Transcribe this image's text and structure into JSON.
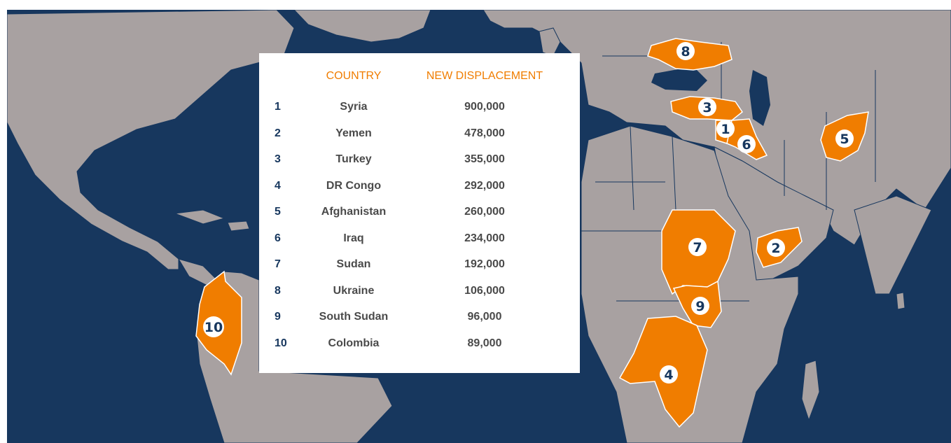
{
  "colors": {
    "ocean": "#17375e",
    "land": "#a8a1a1",
    "highlight": "#f07d00",
    "marker_fill": "#ffffff",
    "marker_text": "#17375e",
    "header_text": "#f07d00",
    "body_text": "#4a4a4a"
  },
  "table": {
    "header_country": "COUNTRY",
    "header_displacement": "NEW DISPLACEMENT",
    "rows": [
      {
        "rank": "1",
        "country": "Syria",
        "value": "900,000"
      },
      {
        "rank": "2",
        "country": "Yemen",
        "value": "478,000"
      },
      {
        "rank": "3",
        "country": "Turkey",
        "value": "355,000"
      },
      {
        "rank": "4",
        "country": "DR Congo",
        "value": "292,000"
      },
      {
        "rank": "5",
        "country": "Afghanistan",
        "value": "260,000"
      },
      {
        "rank": "6",
        "country": "Iraq",
        "value": "234,000"
      },
      {
        "rank": "7",
        "country": "Sudan",
        "value": "192,000"
      },
      {
        "rank": "8",
        "country": "Ukraine",
        "value": "106,000"
      },
      {
        "rank": "9",
        "country": "South Sudan",
        "value": "96,000"
      },
      {
        "rank": "10",
        "country": "Colombia",
        "value": "89,000"
      }
    ]
  },
  "markers": [
    {
      "label": "1",
      "country": "Syria"
    },
    {
      "label": "2",
      "country": "Yemen"
    },
    {
      "label": "3",
      "country": "Turkey"
    },
    {
      "label": "4",
      "country": "DR Congo"
    },
    {
      "label": "5",
      "country": "Afghanistan"
    },
    {
      "label": "6",
      "country": "Iraq"
    },
    {
      "label": "7",
      "country": "Sudan"
    },
    {
      "label": "8",
      "country": "Ukraine"
    },
    {
      "label": "9",
      "country": "South Sudan"
    },
    {
      "label": "10",
      "country": "Colombia"
    }
  ]
}
